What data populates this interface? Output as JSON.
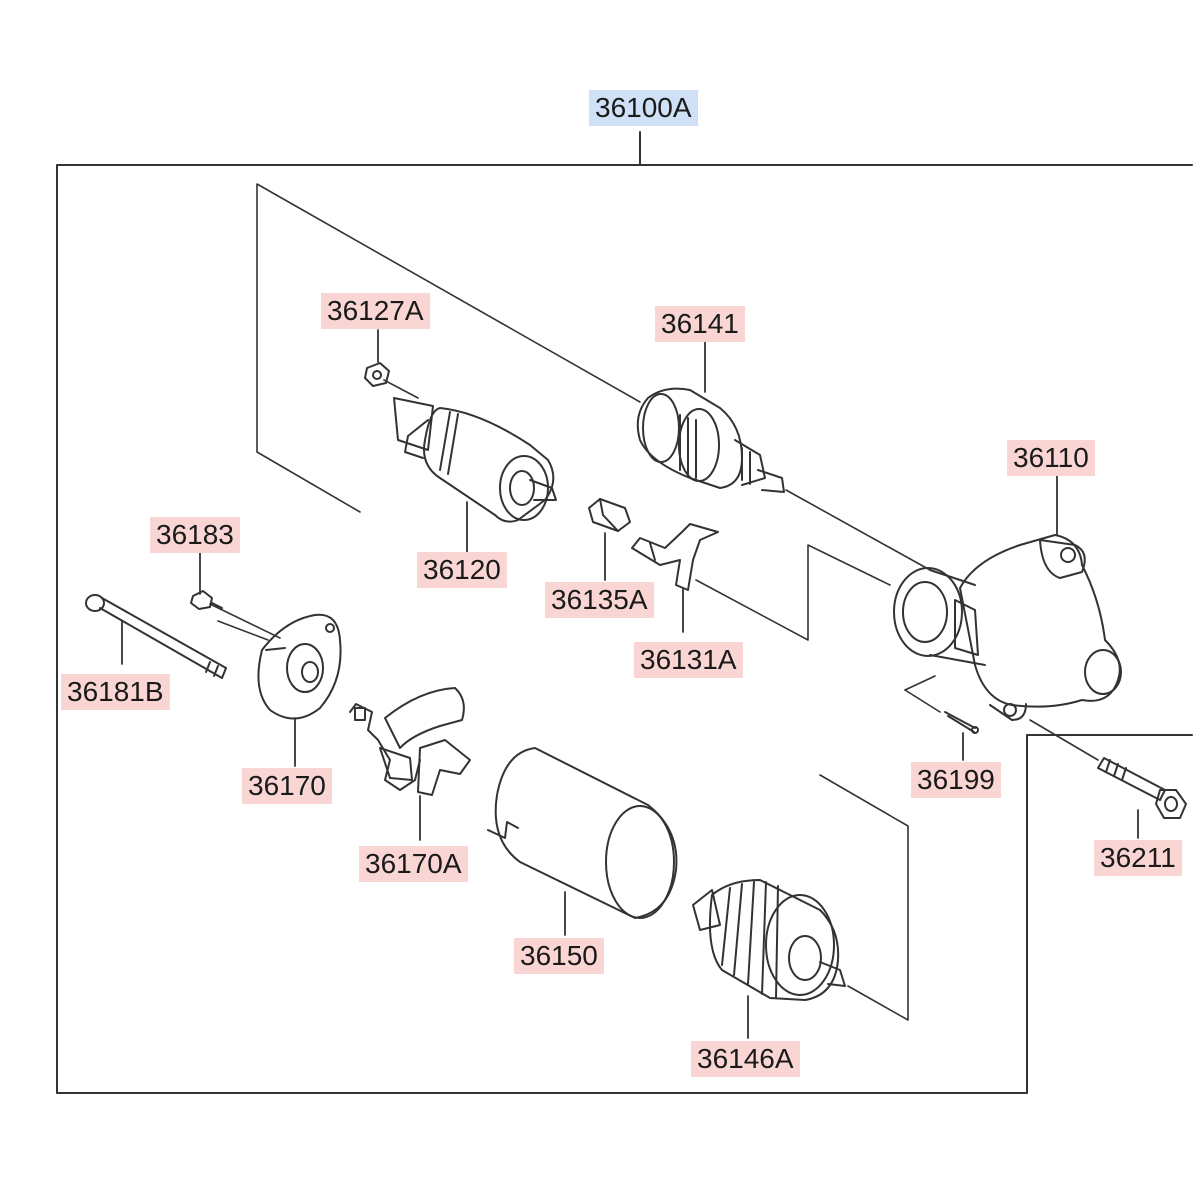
{
  "assembly": {
    "number": "36100A",
    "highlight_color": "#cfe0f7"
  },
  "parts": [
    {
      "id": "36127A",
      "label": "36127A"
    },
    {
      "id": "36141",
      "label": "36141"
    },
    {
      "id": "36110",
      "label": "36110"
    },
    {
      "id": "36120",
      "label": "36120"
    },
    {
      "id": "36183",
      "label": "36183"
    },
    {
      "id": "36135A",
      "label": "36135A"
    },
    {
      "id": "36131A",
      "label": "36131A"
    },
    {
      "id": "36181B",
      "label": "36181B"
    },
    {
      "id": "36170",
      "label": "36170"
    },
    {
      "id": "36199",
      "label": "36199"
    },
    {
      "id": "36211",
      "label": "36211"
    },
    {
      "id": "36170A",
      "label": "36170A"
    },
    {
      "id": "36150",
      "label": "36150"
    },
    {
      "id": "36146A",
      "label": "36146A"
    }
  ],
  "part_highlight_color": "#f9d6d4",
  "line_color": "#333333"
}
